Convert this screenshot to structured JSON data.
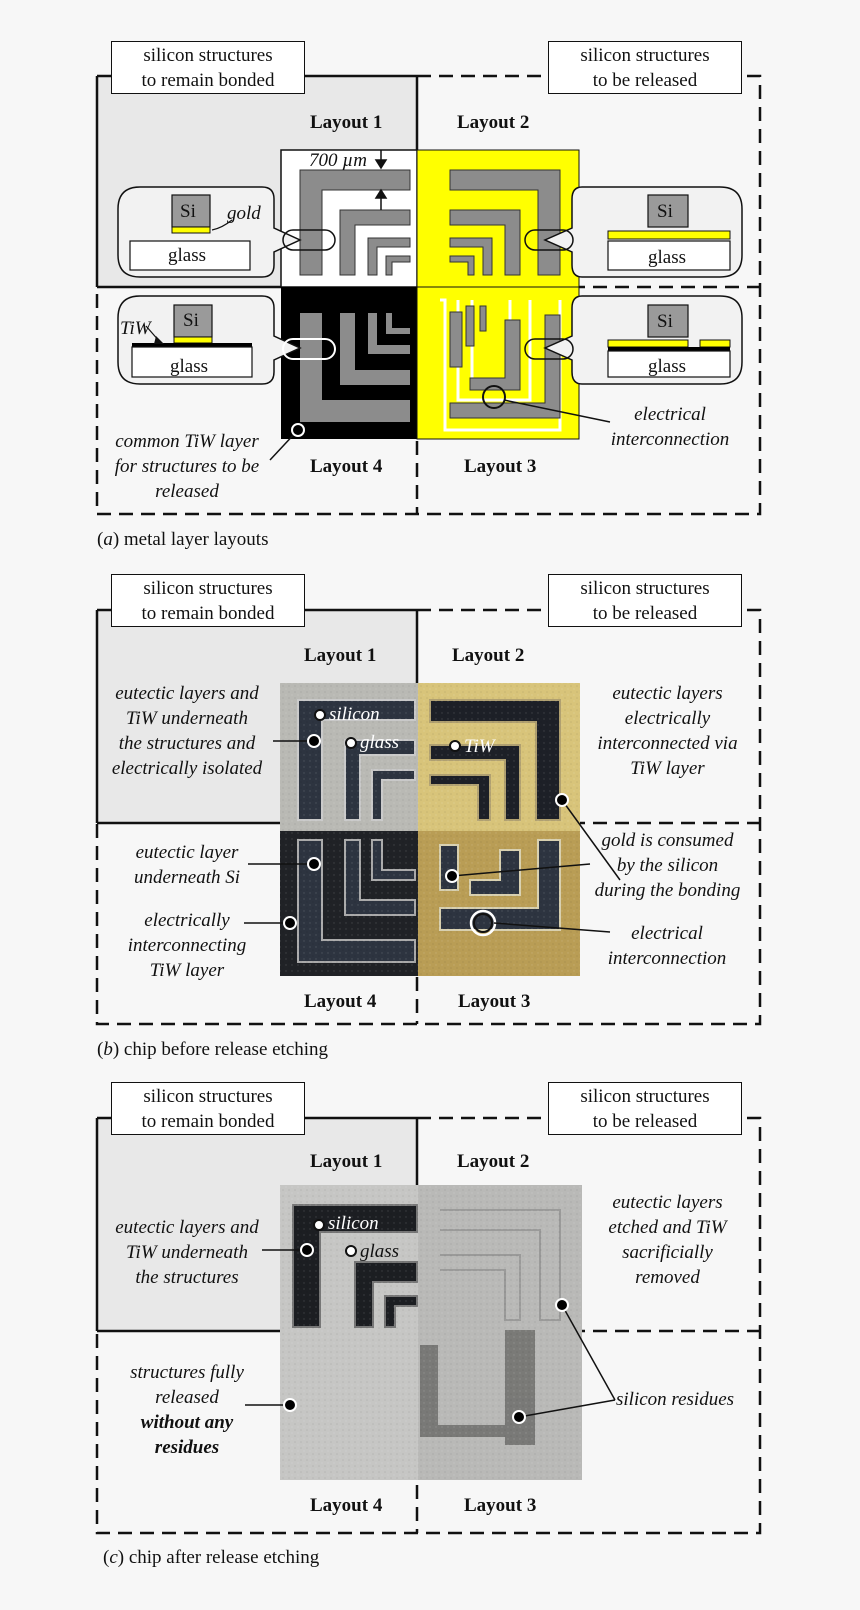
{
  "colors": {
    "gold": "#ffff00",
    "silicon": "#9a9a9a",
    "bond_area": "#e8e8e8",
    "tiw": "#000000",
    "glass": "#ffffff"
  },
  "panel_a": {
    "box_bonded": [
      "silicon structures",
      "to remain bonded"
    ],
    "box_released": [
      "silicon structures",
      "to be released"
    ],
    "layout_1": "Layout 1",
    "layout_2": "Layout 2",
    "layout_3": "Layout 3",
    "layout_4": "Layout 4",
    "dimension": "700 µm",
    "inset_si": "Si",
    "inset_glass": "glass",
    "inset_gold": "gold",
    "inset_tiw": "TiW",
    "note_common_tiw": [
      "common TiW layer",
      "for structures to be",
      "released"
    ],
    "note_interconnection": [
      "electrical",
      "interconnection"
    ],
    "caption_letter": "a",
    "caption_text": " metal layer layouts"
  },
  "panel_b": {
    "box_bonded": [
      "silicon structures",
      "to remain bonded"
    ],
    "box_released": [
      "silicon structures",
      "to be released"
    ],
    "layout_1": "Layout 1",
    "layout_2": "Layout 2",
    "layout_3": "Layout 3",
    "layout_4": "Layout 4",
    "tag_silicon": "silicon",
    "tag_glass": "glass",
    "tag_tiw": "TiW",
    "note_isolated": [
      "eutectic layers and",
      "TiW underneath",
      "the structures and",
      "electrically isolated"
    ],
    "note_interconnected": [
      "eutectic layers",
      "electrically",
      "interconnected via",
      "TiW layer"
    ],
    "note_under_si": [
      "eutectic layer",
      "underneath Si"
    ],
    "note_tiw_layer": [
      "electrically",
      "interconnecting",
      "TiW layer"
    ],
    "note_gold": [
      "gold is consumed",
      "by the silicon",
      "during the bonding"
    ],
    "note_interconnection": [
      "electrical",
      "interconnection"
    ],
    "caption_letter": "b",
    "caption_text": " chip before release etching"
  },
  "panel_c": {
    "box_bonded": [
      "silicon structures",
      "to remain bonded"
    ],
    "box_released": [
      "silicon structures",
      "to be released"
    ],
    "layout_1": "Layout 1",
    "layout_2": "Layout 2",
    "layout_3": "Layout 3",
    "layout_4": "Layout 4",
    "tag_silicon": "silicon",
    "tag_glass": "glass",
    "note_eutectic": [
      "eutectic layers and",
      "TiW underneath",
      "the structures"
    ],
    "note_etched": [
      "eutectic layers",
      "etched and TiW",
      "sacrificially",
      "removed"
    ],
    "note_released": [
      "structures fully",
      "released"
    ],
    "note_released_bold": [
      "without any",
      "residues"
    ],
    "note_residues": "silicon residues",
    "caption_letter": "c",
    "caption_text": " chip after release etching"
  }
}
